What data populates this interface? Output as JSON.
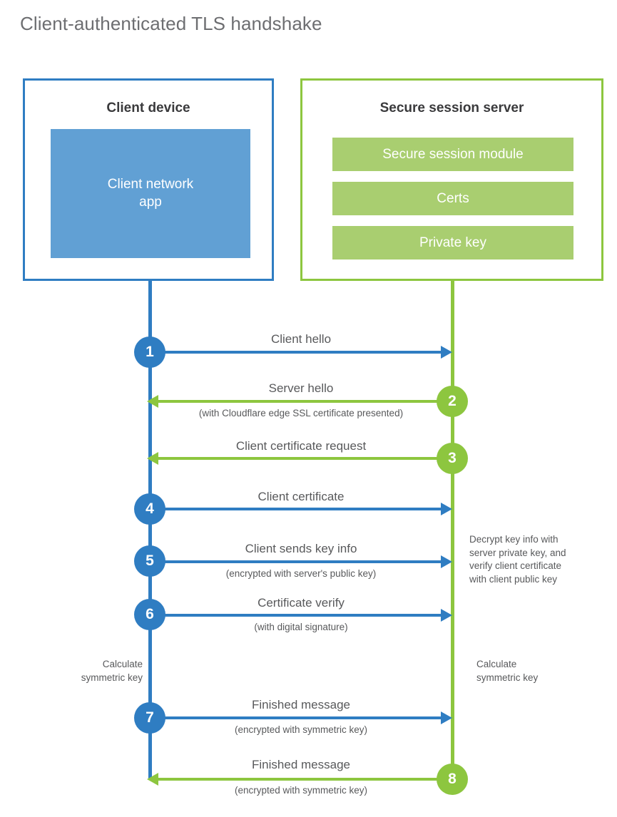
{
  "title": "Client-authenticated TLS handshake",
  "colors": {
    "blue_stroke": "#2f7dc2",
    "green_stroke": "#8dc63f",
    "client_app_fill": "#61a0d4",
    "server_bar_fill": "#a9ce70",
    "text": "#58595b",
    "title_text": "#6d6e71"
  },
  "client": {
    "title": "Client device",
    "app_label": "Client network\napp"
  },
  "server": {
    "title": "Secure session server",
    "components": [
      "Secure session module",
      "Certs",
      "Private key"
    ]
  },
  "steps": [
    {
      "number": "1",
      "label": "Client hello",
      "sublabel": "",
      "direction": "client-to-server",
      "color": "blue"
    },
    {
      "number": "2",
      "label": "Server hello",
      "sublabel": "(with Cloudflare edge SSL certificate presented)",
      "direction": "server-to-client",
      "color": "green"
    },
    {
      "number": "3",
      "label": "Client certificate request",
      "sublabel": "",
      "direction": "server-to-client",
      "color": "green"
    },
    {
      "number": "4",
      "label": "Client certificate",
      "sublabel": "",
      "direction": "client-to-server",
      "color": "blue"
    },
    {
      "number": "5",
      "label": "Client sends key info",
      "sublabel": "(encrypted with server's public key)",
      "direction": "client-to-server",
      "color": "blue"
    },
    {
      "number": "6",
      "label": "Certificate verify",
      "sublabel": "(with digital signature)",
      "direction": "client-to-server",
      "color": "blue"
    },
    {
      "number": "7",
      "label": "Finished message",
      "sublabel": "(encrypted with symmetric key)",
      "direction": "client-to-server",
      "color": "blue"
    },
    {
      "number": "8",
      "label": "Finished message",
      "sublabel": "(encrypted with symmetric key)",
      "direction": "server-to-client",
      "color": "green"
    }
  ],
  "notes": {
    "decrypt": "Decrypt key info with\nserver private key, and\nverify client certificate\nwith client public key",
    "calculate_client": "Calculate\nsymmetric key",
    "calculate_server": "Calculate\nsymmetric key"
  }
}
